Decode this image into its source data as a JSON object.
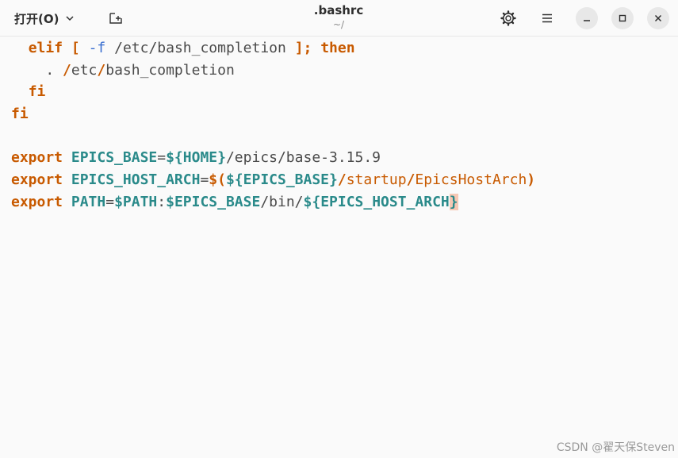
{
  "header": {
    "open_label": "打开(O)",
    "title": ".bashrc",
    "subtitle": "~/"
  },
  "editor": {
    "lines": [
      [
        {
          "t": "  ",
          "c": "txt"
        },
        {
          "t": "elif",
          "c": "kw"
        },
        {
          "t": " ",
          "c": "txt"
        },
        {
          "t": "[",
          "c": "sym"
        },
        {
          "t": " ",
          "c": "txt"
        },
        {
          "t": "-f",
          "c": "flag"
        },
        {
          "t": " /etc/bash_completion ",
          "c": "txt"
        },
        {
          "t": "];",
          "c": "sym"
        },
        {
          "t": " ",
          "c": "txt"
        },
        {
          "t": "then",
          "c": "kw"
        }
      ],
      [
        {
          "t": "    . ",
          "c": "txt"
        },
        {
          "t": "/",
          "c": "sym"
        },
        {
          "t": "etc",
          "c": "txt"
        },
        {
          "t": "/",
          "c": "sym"
        },
        {
          "t": "bash_completion",
          "c": "txt"
        }
      ],
      [
        {
          "t": "  ",
          "c": "txt"
        },
        {
          "t": "fi",
          "c": "kw"
        }
      ],
      [
        {
          "t": "fi",
          "c": "kw"
        }
      ],
      [
        {
          "t": "",
          "c": "txt"
        }
      ],
      [
        {
          "t": "export",
          "c": "kw"
        },
        {
          "t": " ",
          "c": "txt"
        },
        {
          "t": "EPICS_BASE",
          "c": "var"
        },
        {
          "t": "=",
          "c": "txt"
        },
        {
          "t": "${HOME}",
          "c": "var"
        },
        {
          "t": "/epics/base-3.15.9",
          "c": "txt"
        }
      ],
      [
        {
          "t": "export",
          "c": "kw"
        },
        {
          "t": " ",
          "c": "txt"
        },
        {
          "t": "EPICS_HOST_ARCH",
          "c": "var"
        },
        {
          "t": "=",
          "c": "txt"
        },
        {
          "t": "$(",
          "c": "sym"
        },
        {
          "t": "${EPICS_BASE}",
          "c": "var"
        },
        {
          "t": "/",
          "c": "sym"
        },
        {
          "t": "startup",
          "c": "str"
        },
        {
          "t": "/",
          "c": "sym"
        },
        {
          "t": "EpicsHostArch",
          "c": "str"
        },
        {
          "t": ")",
          "c": "sym"
        }
      ],
      [
        {
          "t": "export",
          "c": "kw"
        },
        {
          "t": " ",
          "c": "txt"
        },
        {
          "t": "PATH",
          "c": "var"
        },
        {
          "t": "=",
          "c": "txt"
        },
        {
          "t": "$PATH",
          "c": "var"
        },
        {
          "t": ":",
          "c": "txt"
        },
        {
          "t": "$EPICS_BASE",
          "c": "var"
        },
        {
          "t": "/bin/",
          "c": "txt"
        },
        {
          "t": "${EPICS_HOST_ARCH",
          "c": "var"
        },
        {
          "t": "}",
          "c": "cursor"
        }
      ]
    ]
  },
  "watermark": "CSDN @翟天保Steven",
  "colors": {
    "keyword": "#c85a00",
    "variable": "#2a8a8a",
    "flag": "#3a6fd0",
    "background": "#fafafa"
  },
  "icons": [
    "chevron-down-icon",
    "new-tab-icon",
    "gear-icon",
    "hamburger-menu-icon",
    "minimize-icon",
    "maximize-icon",
    "close-icon"
  ]
}
